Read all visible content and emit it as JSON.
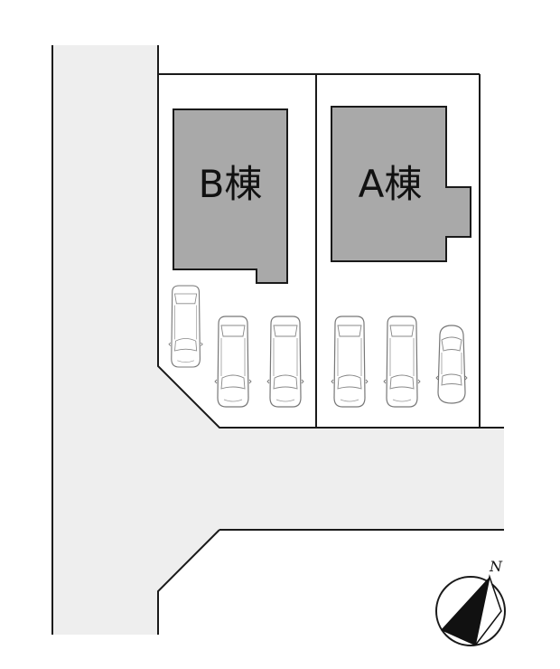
{
  "buildings": {
    "b": {
      "label": "B棟"
    },
    "a": {
      "label": "A棟"
    }
  },
  "compass": {
    "north_label": "N"
  },
  "colors": {
    "road": "#eeeeee",
    "building": "#a9a9a9",
    "outline": "#1a1a1a",
    "car_body": "#ffffff",
    "car_line": "#888888"
  },
  "parking": {
    "lot_b_cars": 3,
    "lot_a_cars": 3
  }
}
